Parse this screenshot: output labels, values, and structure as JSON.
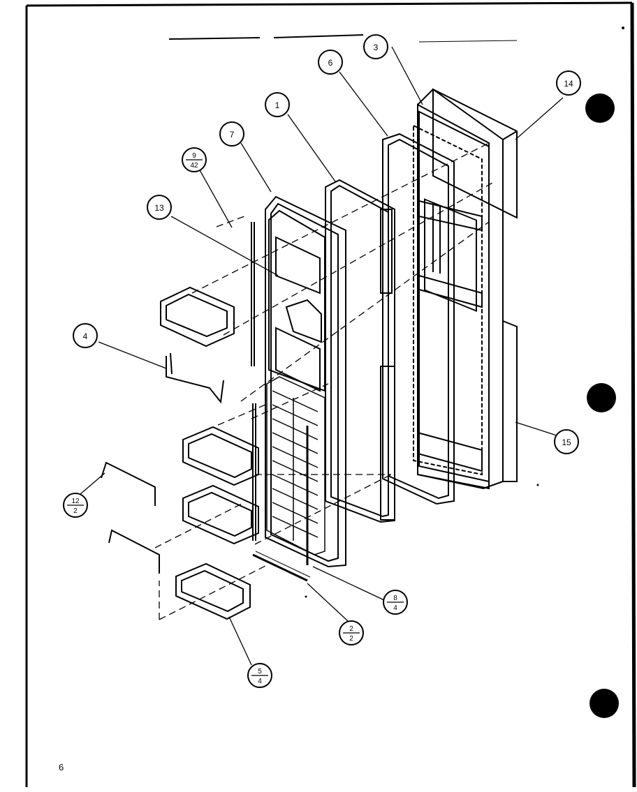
{
  "page": {
    "number": "6"
  },
  "header_text": {
    "left": "",
    "right": ""
  },
  "callouts": {
    "c1": "1",
    "c3": "3",
    "c4": "4",
    "c6": "6",
    "c7": "7",
    "c13": "13",
    "c14": "14",
    "c15": "15",
    "c9_num": "9",
    "c9_den": "42",
    "c12_num": "12",
    "c12_den": "2",
    "c2_num": "2",
    "c2_den": "2",
    "c8_num": "8",
    "c8_den": "4",
    "c5_num": "5",
    "c5_den": "4"
  },
  "colors": {
    "ink": "#000000",
    "paper": "#ffffff"
  }
}
